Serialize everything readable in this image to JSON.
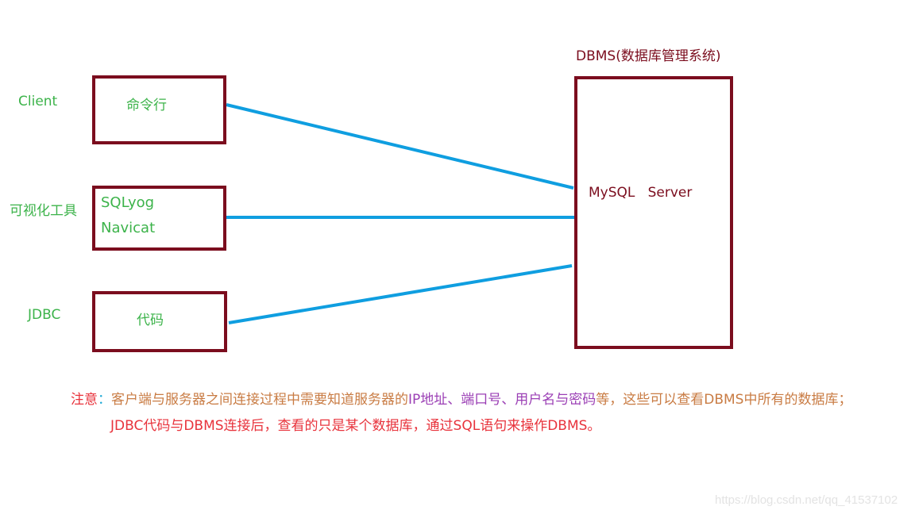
{
  "diagram": {
    "clients": [
      {
        "category": "Client",
        "tool_lines": [
          "命令行"
        ]
      },
      {
        "category": "可视化工具",
        "tool_lines": [
          "SQLyog",
          "Navicat"
        ]
      },
      {
        "category": "JDBC",
        "tool_lines": [
          "代码"
        ]
      }
    ],
    "dbms": {
      "title": "DBMS(数据库管理系统)",
      "server_label": "MySQL   Server"
    }
  },
  "note": {
    "prefix": "注意",
    "colon": "：",
    "line1_a": "客户端与服务器之间连接过程中需要知道服务器的",
    "line1_b": "IP地址、端口号、用户名与密码",
    "line1_c": "等，这些可以查看DBMS中所有的数据库；",
    "line2": "JDBC代码与DBMS连接后，查看的只是某个数据库，通过SQL语句来操作DBMS。"
  },
  "watermark": "https://blog.csdn.net/qq_41537102",
  "colors": {
    "box_border": "#7b0d1e",
    "connector": "#0f9ee0",
    "label_green": "#3cb34a",
    "note_red": "#e8333c",
    "note_orange": "#c97c44",
    "note_purple": "#9b3fb5",
    "note_cyan": "#1fa9d6"
  }
}
